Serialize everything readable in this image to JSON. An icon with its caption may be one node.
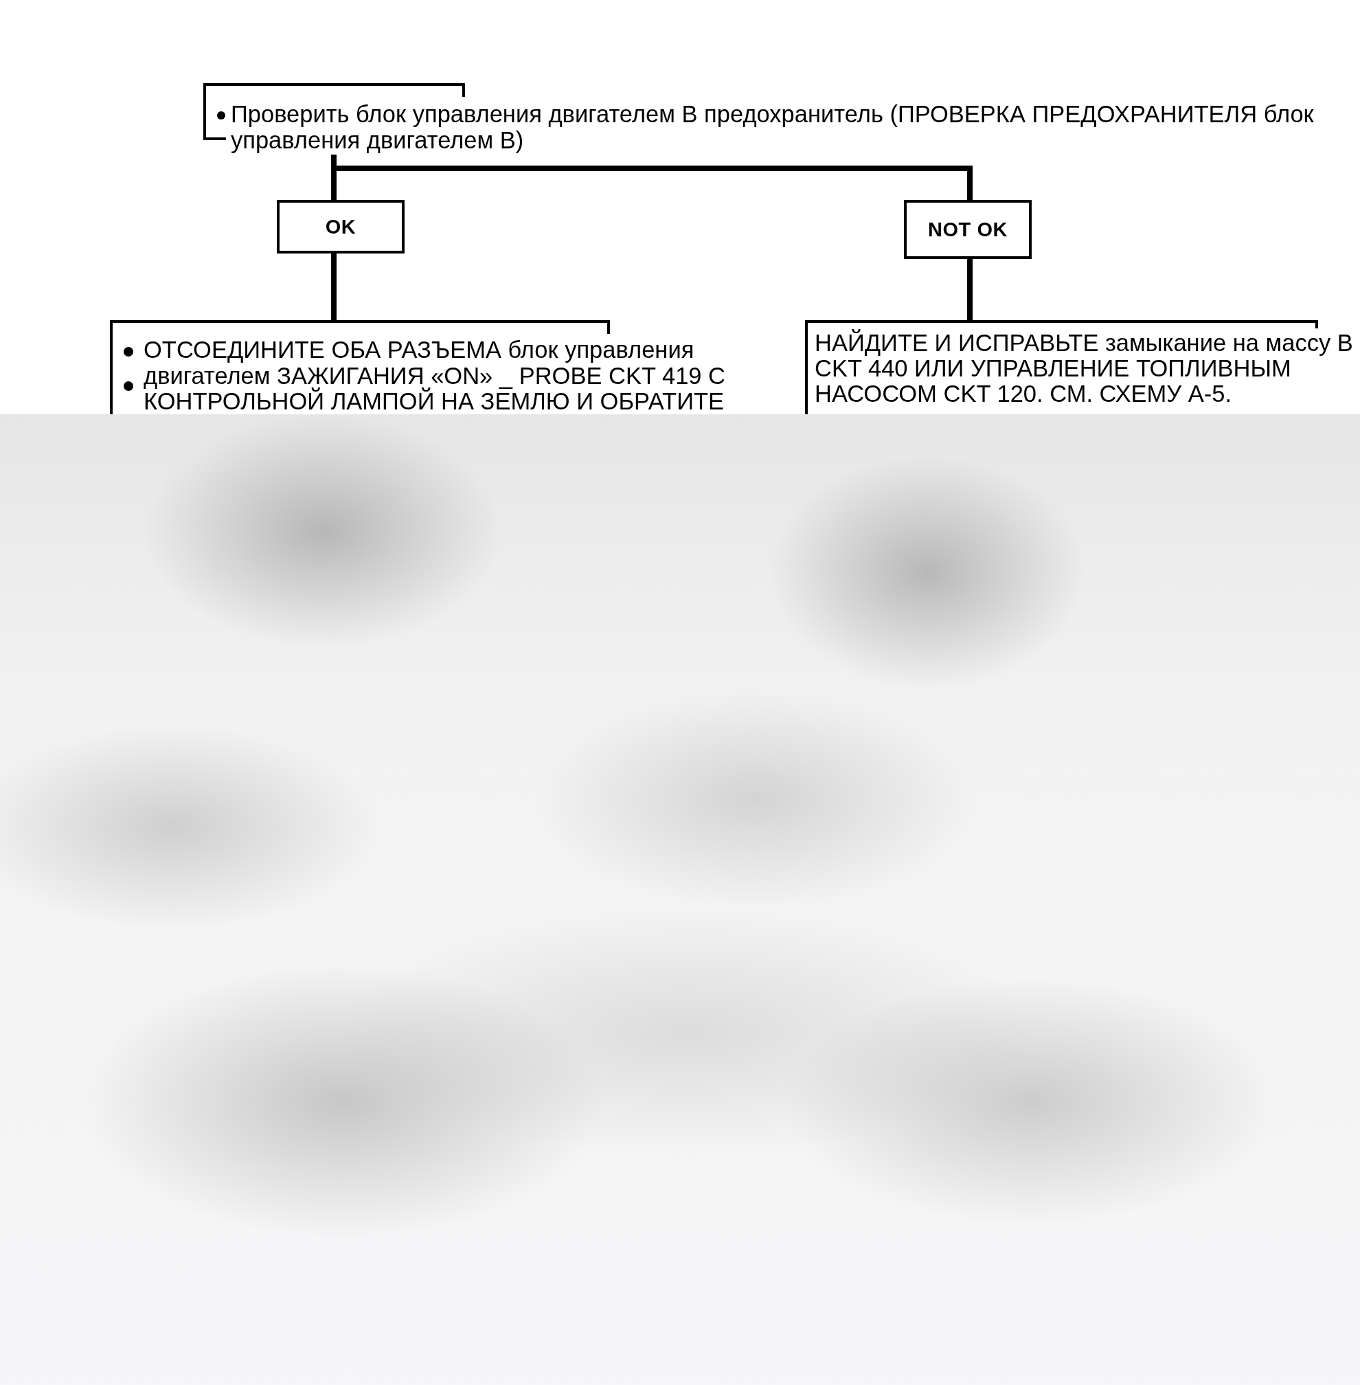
{
  "diagram": {
    "nodes": [
      {
        "text": [
          "Проверить блок управления двигателем B предохранитель (ПРОВЕРКА ПРЕДОХРАНИТЕЛЯ блок управления двигателем B)"
        ]
      },
      {
        "text": [
          "OK"
        ]
      },
      {
        "text": [
          "NOT OK"
        ]
      },
      {
        "text": [
          "ОТСОЕДИНИТЕ ОБА РАЗЪЕМА блок управления двигателем ЗАЖИГАНИЯ «ON» _ PROBE CKT 419 С КОНТРОЛЬНОЙ ЛАМПОЙ НА ЗЕМЛЮ И ОБРАТИТЕ"
        ]
      },
      {
        "text": [
          "НАЙДИТЕ И ИСПРАВЬТЕ замыкание на массу В CKT 440 ИЛИ УПРАВЛЕНИЕ ТОПЛИВНЫМ НАСОСОМ CKT 120. СМ. СХЕМУ A-5."
        ]
      }
    ],
    "edges": [
      {
        "from": 0,
        "to": 1,
        "arrow": "none"
      },
      {
        "from": 0,
        "to": 2,
        "arrow": "none"
      },
      {
        "from": 1,
        "to": 3,
        "arrow": "none"
      },
      {
        "from": 2,
        "to": 4,
        "arrow": "none"
      }
    ]
  }
}
